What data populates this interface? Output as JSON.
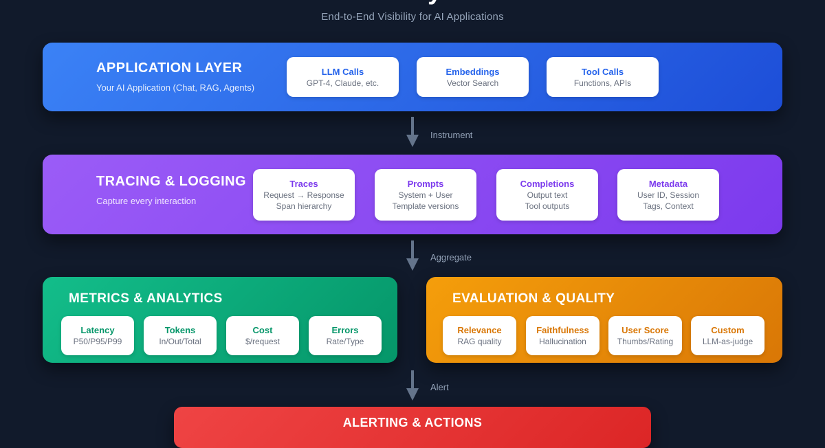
{
  "page": {
    "title_visible_fragment": "y",
    "subtitle": "End-to-End Visibility for AI Applications"
  },
  "app_layer": {
    "heading": "APPLICATION LAYER",
    "subheading": "Your AI Application (Chat, RAG, Agents)",
    "cards": [
      {
        "title": "LLM Calls",
        "sub": "GPT-4, Claude, etc."
      },
      {
        "title": "Embeddings",
        "sub": "Vector Search"
      },
      {
        "title": "Tool Calls",
        "sub": "Functions, APIs"
      }
    ]
  },
  "tracing_layer": {
    "heading": "TRACING & LOGGING",
    "subheading": "Capture every interaction",
    "cards": [
      {
        "title": "Traces",
        "sub1": "Request → Response",
        "sub2": "Span hierarchy"
      },
      {
        "title": "Prompts",
        "sub1": "System + User",
        "sub2": "Template versions"
      },
      {
        "title": "Completions",
        "sub1": "Output text",
        "sub2": "Tool outputs"
      },
      {
        "title": "Metadata",
        "sub1": "User ID, Session",
        "sub2": "Tags, Context"
      }
    ]
  },
  "metrics_layer": {
    "heading": "METRICS & ANALYTICS",
    "cards": [
      {
        "title": "Latency",
        "sub": "P50/P95/P99"
      },
      {
        "title": "Tokens",
        "sub": "In/Out/Total"
      },
      {
        "title": "Cost",
        "sub": "$/request"
      },
      {
        "title": "Errors",
        "sub": "Rate/Type"
      }
    ]
  },
  "evaluation_layer": {
    "heading": "EVALUATION & QUALITY",
    "cards": [
      {
        "title": "Relevance",
        "sub": "RAG quality"
      },
      {
        "title": "Faithfulness",
        "sub": "Hallucination"
      },
      {
        "title": "User Score",
        "sub": "Thumbs/Rating"
      },
      {
        "title": "Custom",
        "sub": "LLM-as-judge"
      }
    ]
  },
  "alerting_layer": {
    "heading": "ALERTING & ACTIONS"
  },
  "arrows": {
    "instrument": "Instrument",
    "aggregate": "Aggregate",
    "alert": "Alert"
  },
  "colors": {
    "background": "#111a2b",
    "muted_text": "#94a3b8",
    "card_sub_text": "#6b7280",
    "arrow": "#64748b",
    "application_gradient_start": "#3b82f6",
    "application_gradient_end": "#1d4ed8",
    "tracing_gradient_start": "#9b5cf7",
    "tracing_gradient_end": "#7c3aed",
    "metrics_gradient_start": "#13bd8a",
    "metrics_gradient_end": "#059669",
    "evaluation_gradient_start": "#f59e0b",
    "evaluation_gradient_end": "#d97706",
    "alerting_gradient_start": "#ef4444",
    "alerting_gradient_end": "#dc2626",
    "application_accent": "#2563eb",
    "tracing_accent": "#7c3aed",
    "metrics_accent": "#059669",
    "evaluation_accent": "#d97706"
  }
}
